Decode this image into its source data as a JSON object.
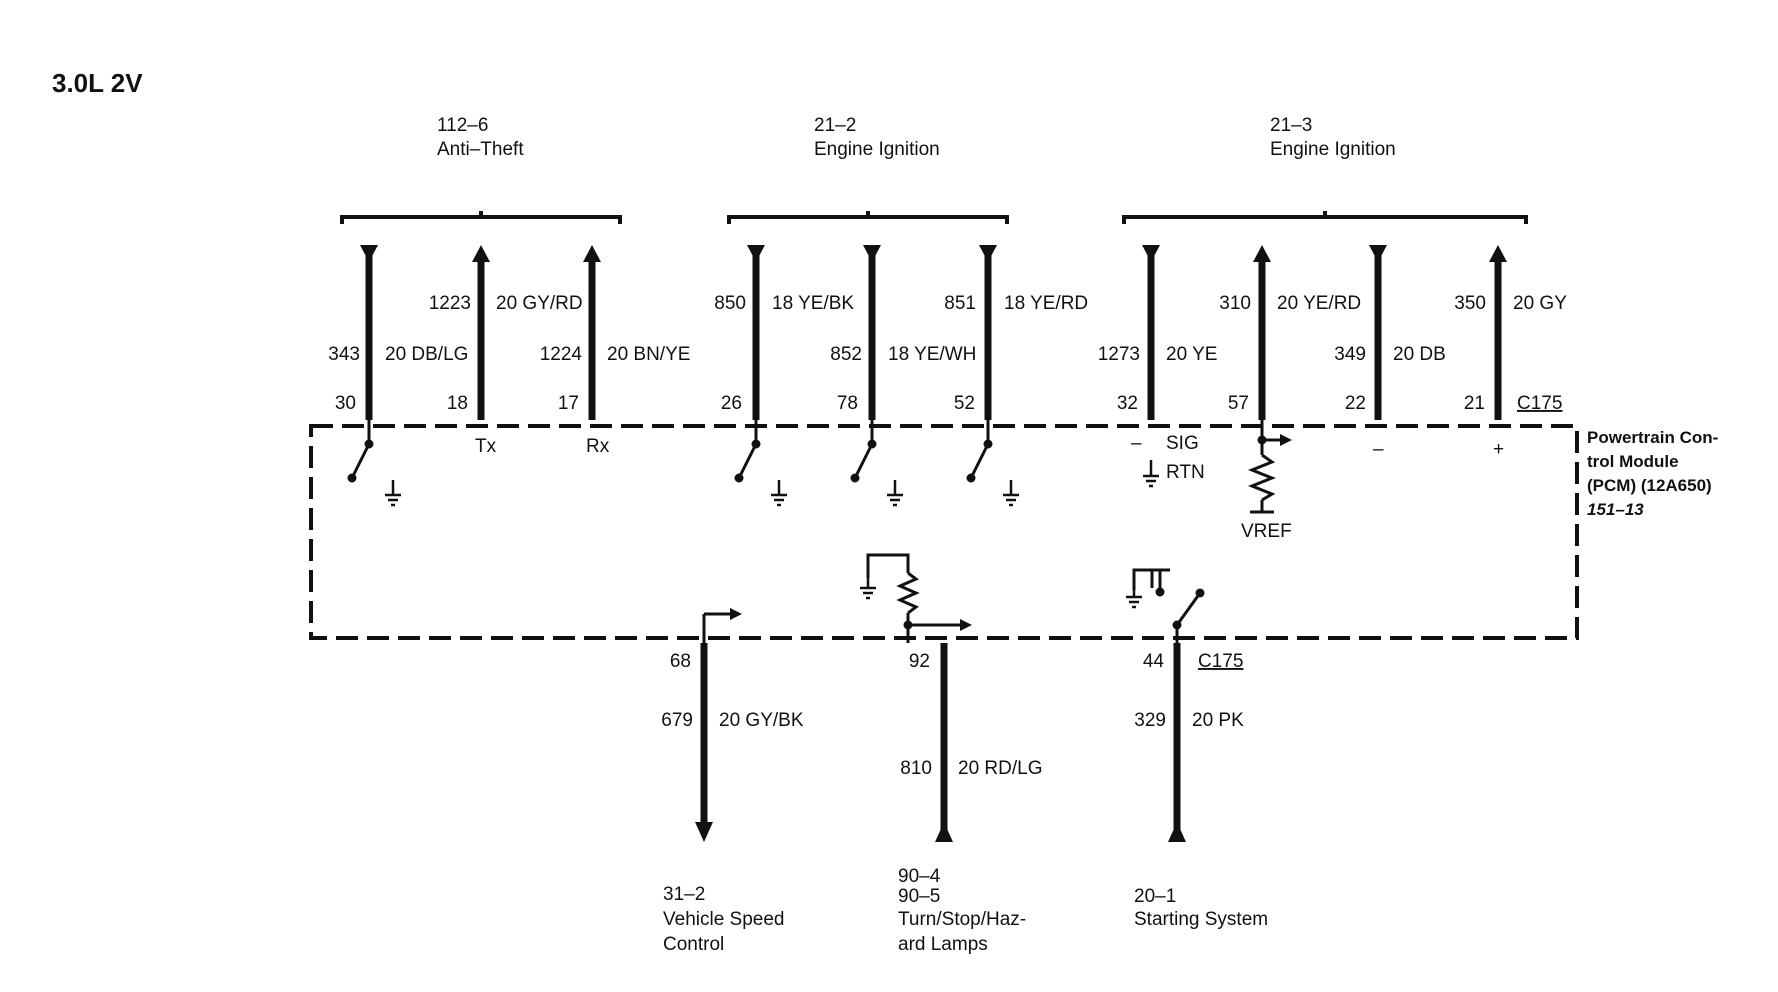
{
  "title": "3.0L 2V",
  "connector": "C175",
  "module": {
    "lines": [
      "Powertrain Con-",
      "trol Module",
      "(PCM) (12A650)"
    ],
    "ref": "151–13"
  },
  "top_groups": [
    {
      "ref": "112–6",
      "name": "Anti–Theft"
    },
    {
      "ref": "21–2",
      "name": "Engine Ignition"
    },
    {
      "ref": "21–3",
      "name": "Engine Ignition"
    }
  ],
  "top_wires": [
    {
      "circuit": "343",
      "color": "20 DB/LG",
      "pin": "30",
      "dir": "down",
      "internal": ""
    },
    {
      "circuit": "1223",
      "color": "20 GY/RD",
      "pin": "18",
      "dir": "up",
      "internal": "Tx"
    },
    {
      "circuit": "1224",
      "color": "20 BN/YE",
      "pin": "17",
      "dir": "up",
      "internal": "Rx"
    },
    {
      "circuit": "850",
      "color": "18 YE/BK",
      "pin": "26",
      "dir": "down",
      "internal": ""
    },
    {
      "circuit": "852",
      "color": "18 YE/WH",
      "pin": "78",
      "dir": "down",
      "internal": ""
    },
    {
      "circuit": "851",
      "color": "18 YE/RD",
      "pin": "52",
      "dir": "down",
      "internal": ""
    },
    {
      "circuit": "1273",
      "color": "20 YE",
      "pin": "32",
      "dir": "down",
      "internal": "SIG"
    },
    {
      "circuit": "310",
      "color": "20 YE/RD",
      "pin": "57",
      "dir": "up",
      "internal": ""
    },
    {
      "circuit": "349",
      "color": "20 DB",
      "pin": "22",
      "dir": "down",
      "internal": "–"
    },
    {
      "circuit": "350",
      "color": "20 GY",
      "pin": "21",
      "dir": "up",
      "internal": "+"
    }
  ],
  "internal_labels": {
    "rtn": "RTN",
    "vref": "VREF",
    "minus": "–"
  },
  "bottom_wires": [
    {
      "pin": "68",
      "circuit": "679",
      "color": "20 GY/BK",
      "dir": "down",
      "dest": [
        "31–2",
        "Vehicle Speed",
        "Control"
      ]
    },
    {
      "pin": "92",
      "circuit": "810",
      "color": "20 RD/LG",
      "dir": "up",
      "dest": [
        "90–4",
        "90–5",
        "Turn/Stop/Haz-",
        "ard Lamps"
      ]
    },
    {
      "pin": "44",
      "circuit": "329",
      "color": "20 PK",
      "dir": "up",
      "dest": [
        "20–1",
        "Starting System"
      ]
    }
  ]
}
